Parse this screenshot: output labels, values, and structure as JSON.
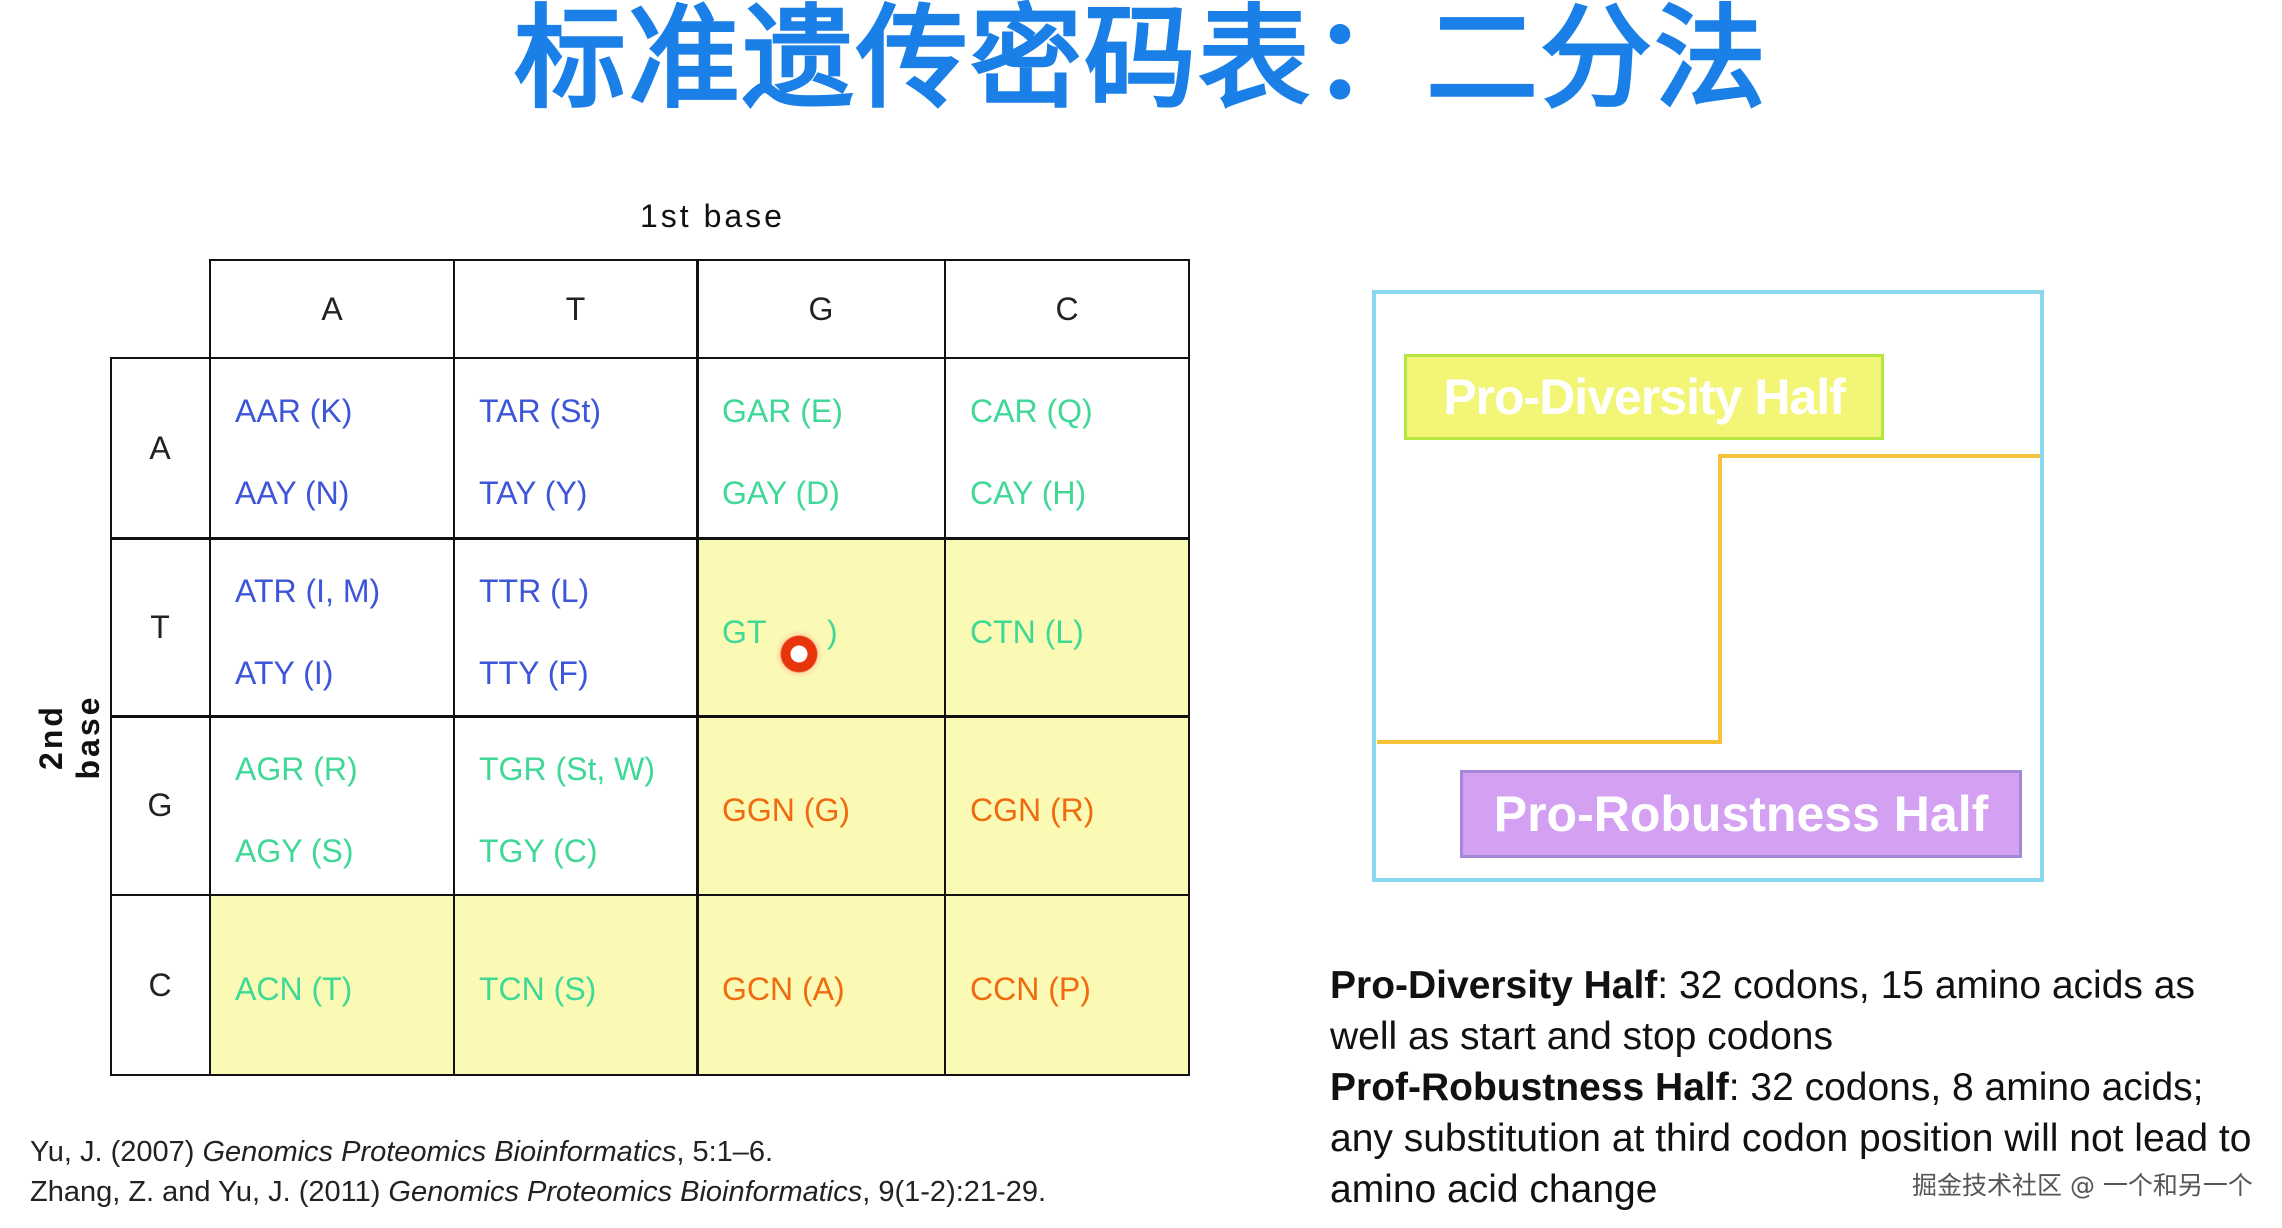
{
  "title": "标准遗传密码表：二分法",
  "table": {
    "first_base_label": "1st  base",
    "second_base_label": "2nd base",
    "col_headers": [
      "A",
      "T",
      "G",
      "C"
    ],
    "row_headers": [
      "A",
      "T",
      "G",
      "C"
    ],
    "cells": {
      "A_A_1": "AAR (K)",
      "A_A_2": "AAY (N)",
      "A_T_1": "TAR (St)",
      "A_T_2": "TAY (Y)",
      "A_G_1": "GAR (E)",
      "A_G_2": "GAY (D)",
      "A_C_1": "CAR (Q)",
      "A_C_2": "CAY (H)",
      "T_A_1": "ATR (I, M)",
      "T_A_2": "ATY (I)",
      "T_T_1": "TTR (L)",
      "T_T_2": "TTY (F)",
      "T_G": "GT",
      "T_G_tail": ")",
      "T_C": "CTN (L)",
      "G_A_1": "AGR (R)",
      "G_A_2": "AGY (S)",
      "G_T_1": "TGR (St, W)",
      "G_T_2": "TGY (C)",
      "G_G": "GGN (G)",
      "G_C": "CGN (R)",
      "C_A": "ACN (T)",
      "C_T": "TCN (S)",
      "C_G": "GCN (A)",
      "C_C": "CCN (P)"
    }
  },
  "diagram": {
    "pro_diversity_label": "Pro-Diversity Half",
    "pro_robustness_label": "Pro-Robustness Half"
  },
  "description": {
    "p1_bold": "Pro-Diversity Half",
    "p1_text": ": 32 codons, 15 amino acids as well as start and stop codons",
    "p2_bold": "Prof-Robustness Half",
    "p2_text": ": 32 codons, 8 amino acids; any substitution at third codon position will not lead to amino acid change"
  },
  "citations": [
    {
      "pre": "Yu, J. (2007) ",
      "journal": "Genomics Proteomics Bioinformatics",
      "post": ", 5:1–6."
    },
    {
      "pre": "Zhang, Z. and Yu, J. (2011) ",
      "journal": "Genomics Proteomics Bioinformatics",
      "post": ", 9(1-2):21-29."
    }
  ],
  "watermark": "掘金技术社区 @ 一个和另一个",
  "colors": {
    "title": "#1a7fe6",
    "highlight": "#fafab4",
    "codon_blue": "#3d55d8",
    "codon_green": "#3fd896",
    "codon_orange": "#f06a10",
    "frame": "#8ad8f0",
    "divider": "#f5c23a"
  }
}
